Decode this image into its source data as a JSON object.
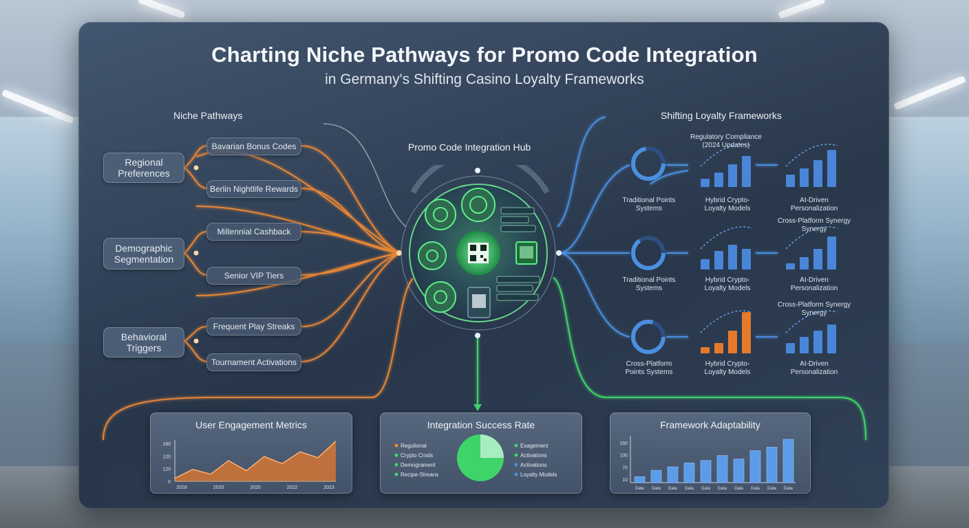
{
  "title": "Charting Niche Pathways for Promo Code Integration",
  "subtitle": "in Germany's Shifting Casino Loyalty Frameworks",
  "left": {
    "heading": "Niche Pathways",
    "groups": [
      {
        "label": "Regional Preferences",
        "items": [
          "Bavarian Bonus Codes",
          "Berlin Nightlife Rewards"
        ]
      },
      {
        "label": "Demographic Segmentation",
        "items": [
          "Millennial Cashback",
          "Senior VIP Tiers"
        ]
      },
      {
        "label": "Behavioral Triggers",
        "items": [
          "Frequent Play Streaks",
          "Tournament Activations"
        ]
      }
    ]
  },
  "hub": {
    "label": "Promo Code Integration Hub"
  },
  "right": {
    "heading": "Shifting Loyalty Frameworks",
    "rows": [
      {
        "top_note": "Regulatory Compliance (2024 Updates)",
        "labels": [
          "Traditional Points Systems",
          "Hybrid Crypto-Loyalty Models",
          "AI-Driven Personalization"
        ],
        "after_note": "Cross-Platform Synergy Synergy"
      },
      {
        "labels": [
          "Traditional Points Systems",
          "Hybrid Crypto-Loyalty Models",
          "AI-Driven Personalization"
        ],
        "after_note": "Cross-Platform Synergy Synergy"
      },
      {
        "labels": [
          "Cross-Platform Points Systems",
          "Hybrid Crypto-Loyalty Models",
          "AI-Driven Personalization"
        ]
      }
    ],
    "mini_bars": [
      {
        "values": [
          20,
          35,
          55,
          75
        ],
        "color": "#4a86d8"
      },
      {
        "values": [
          30,
          45,
          65,
          90
        ],
        "color": "#4a86d8"
      },
      {
        "values": [
          25,
          45,
          60,
          50
        ],
        "color": "#4a86d8"
      },
      {
        "values": [
          15,
          30,
          50,
          80
        ],
        "color": "#4a86d8"
      },
      {
        "values": [
          15,
          25,
          55,
          100
        ],
        "color": "#e67a2b"
      },
      {
        "values": [
          25,
          40,
          55,
          70
        ],
        "color": "#4a86d8"
      }
    ]
  },
  "colors": {
    "orange": "#f08a35",
    "green": "#3fd46a",
    "blue": "#4b8fe0"
  },
  "cards": {
    "engagement": {
      "title": "User Engagement Metrics",
      "chart_data": {
        "type": "area",
        "y_ticks": [
          "180",
          "120",
          "120",
          "0"
        ],
        "x_ticks": [
          "2018",
          "2020",
          "2020",
          "2022",
          "2023"
        ],
        "values": [
          5,
          20,
          12,
          35,
          18,
          42,
          30,
          50,
          40,
          68
        ]
      }
    },
    "success": {
      "title": "Integration Success Rate",
      "chart_data": {
        "type": "pie",
        "left_legend": [
          "Regulional",
          "Crypto Crods",
          "Demograment",
          "Recipe-Streans"
        ],
        "right_legend": [
          "Exagement",
          "Activations",
          "Activations",
          "Loyalty Models"
        ],
        "slices": [
          75,
          25
        ]
      }
    },
    "adaptability": {
      "title": "Framework Adaptability",
      "chart_data": {
        "type": "bar",
        "y_ticks": [
          "160",
          "100",
          "70",
          "10"
        ],
        "x_ticks": [
          "Data",
          "Data",
          "Data",
          "Data",
          "Data",
          "Data",
          "Data",
          "Data",
          "Data",
          "Data"
        ],
        "values": [
          12,
          25,
          32,
          40,
          45,
          55,
          48,
          65,
          72,
          88
        ]
      }
    }
  }
}
